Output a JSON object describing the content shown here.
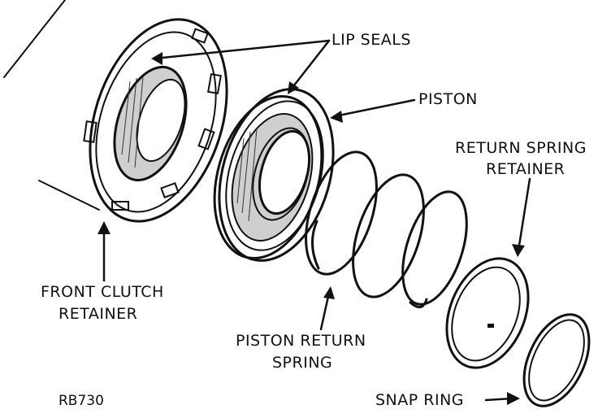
{
  "labels": {
    "lip_seals": "LIP SEALS",
    "piston": "PISTON",
    "return_spring_retainer_line1": "RETURN SPRING",
    "return_spring_retainer_line2": "RETAINER",
    "front_clutch_retainer_line1": "FRONT CLUTCH",
    "front_clutch_retainer_line2": "RETAINER",
    "piston_return_spring_line1": "PISTON RETURN",
    "piston_return_spring_line2": "SPRING",
    "snap_ring": "SNAP RING",
    "figure_code": "RB730"
  },
  "colors": {
    "ink": "#111111",
    "shade": "#cfcfcf",
    "background": "#ffffff"
  }
}
